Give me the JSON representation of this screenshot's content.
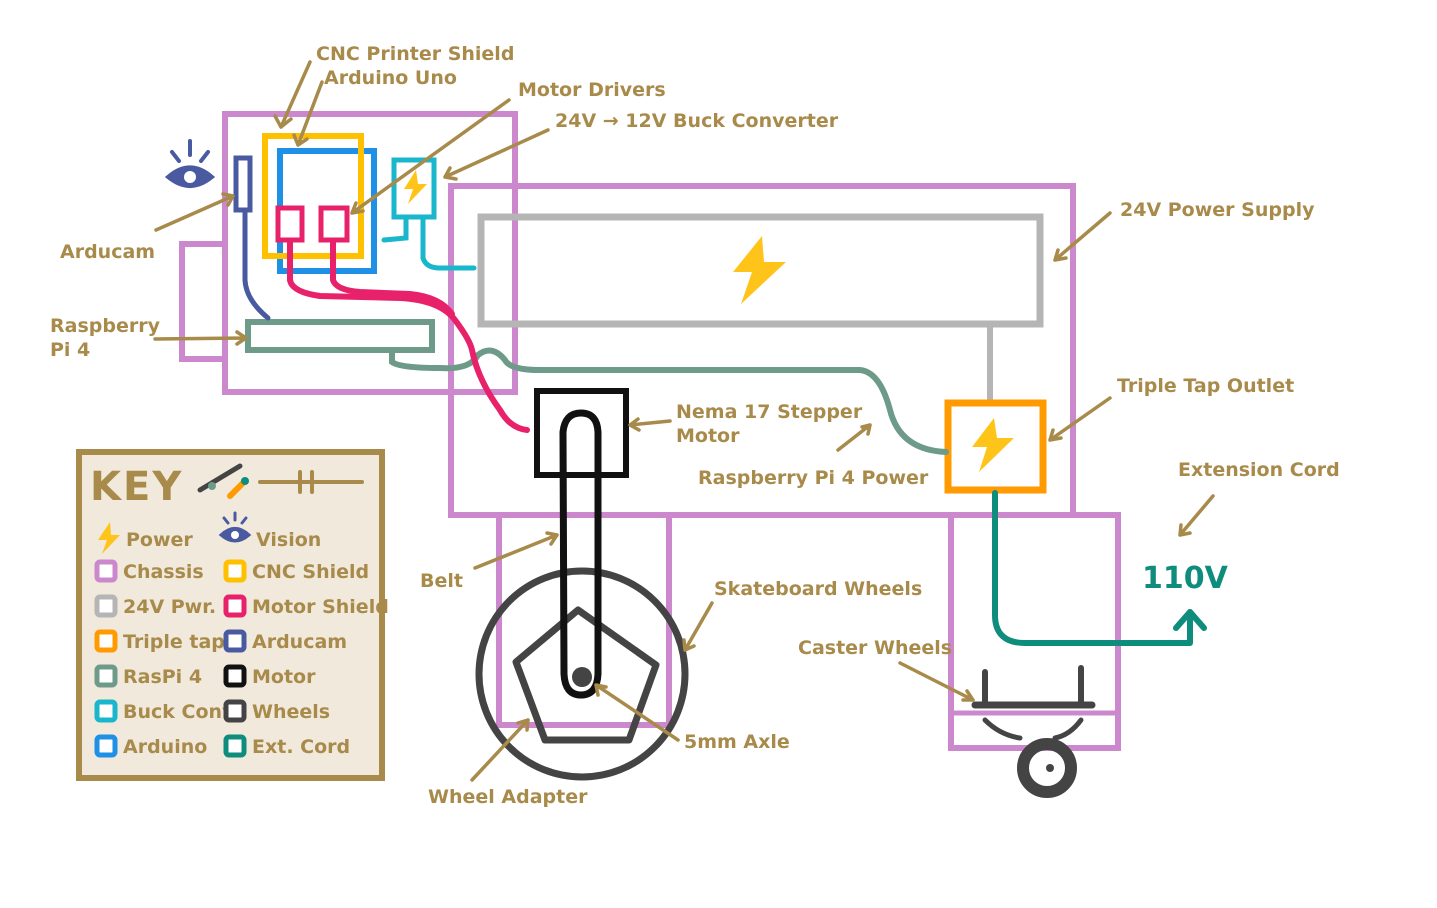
{
  "colors": {
    "chassis": "#cc88cc",
    "power24": "#b5b5b5",
    "triple": "#ff9a00",
    "raspi": "#6e9a8a",
    "buck": "#1ab6cc",
    "arduino": "#1e90e6",
    "cnc": "#ffc000",
    "motor_shield": "#e8226a",
    "arducam": "#4a5aa0",
    "motor": "#111111",
    "wheels": "#444444",
    "ext_cord": "#0e8c7c",
    "label": "#a88a4a",
    "bolt": "#ffc41a",
    "key_bg": "#f0e9dc"
  },
  "labels": {
    "cnc_shield": "CNC Printer Shield",
    "arduino_uno": "Arduino Uno",
    "motor_drivers": "Motor Drivers",
    "buck_converter": "24V → 12V Buck Converter",
    "power_supply": "24V Power Supply",
    "arducam": "Arducam",
    "raspberry_pi_line1": "Raspberry",
    "raspberry_pi_line2": "Pi 4",
    "nema_line1": "Nema 17 Stepper",
    "nema_line2": "Motor",
    "raspi_power": "Raspberry Pi 4 Power",
    "triple_tap": "Triple Tap Outlet",
    "extension_cord": "Extension Cord",
    "voltage": "110V",
    "belt": "Belt",
    "skateboard_wheels": "Skateboard Wheels",
    "caster_wheels": "Caster Wheels",
    "axle": "5mm Axle",
    "wheel_adapter": "Wheel Adapter"
  },
  "key": {
    "title": "KEY",
    "power_label": "Power",
    "vision_label": "Vision",
    "items": [
      {
        "label": "Chassis",
        "color": "#cc88cc"
      },
      {
        "label": "CNC Shield",
        "color": "#ffc000"
      },
      {
        "label": "24V Pwr.",
        "color": "#b5b5b5"
      },
      {
        "label": "Motor Shield",
        "color": "#e8226a"
      },
      {
        "label": "Triple tap",
        "color": "#ff9a00"
      },
      {
        "label": "Arducam",
        "color": "#4a5aa0"
      },
      {
        "label": "RasPi 4",
        "color": "#6e9a8a"
      },
      {
        "label": "Motor",
        "color": "#111111"
      },
      {
        "label": "Buck Conv.",
        "color": "#1ab6cc"
      },
      {
        "label": "Wheels",
        "color": "#444444"
      },
      {
        "label": "Arduino",
        "color": "#1e90e6"
      },
      {
        "label": "Ext. Cord",
        "color": "#0e8c7c"
      }
    ]
  }
}
